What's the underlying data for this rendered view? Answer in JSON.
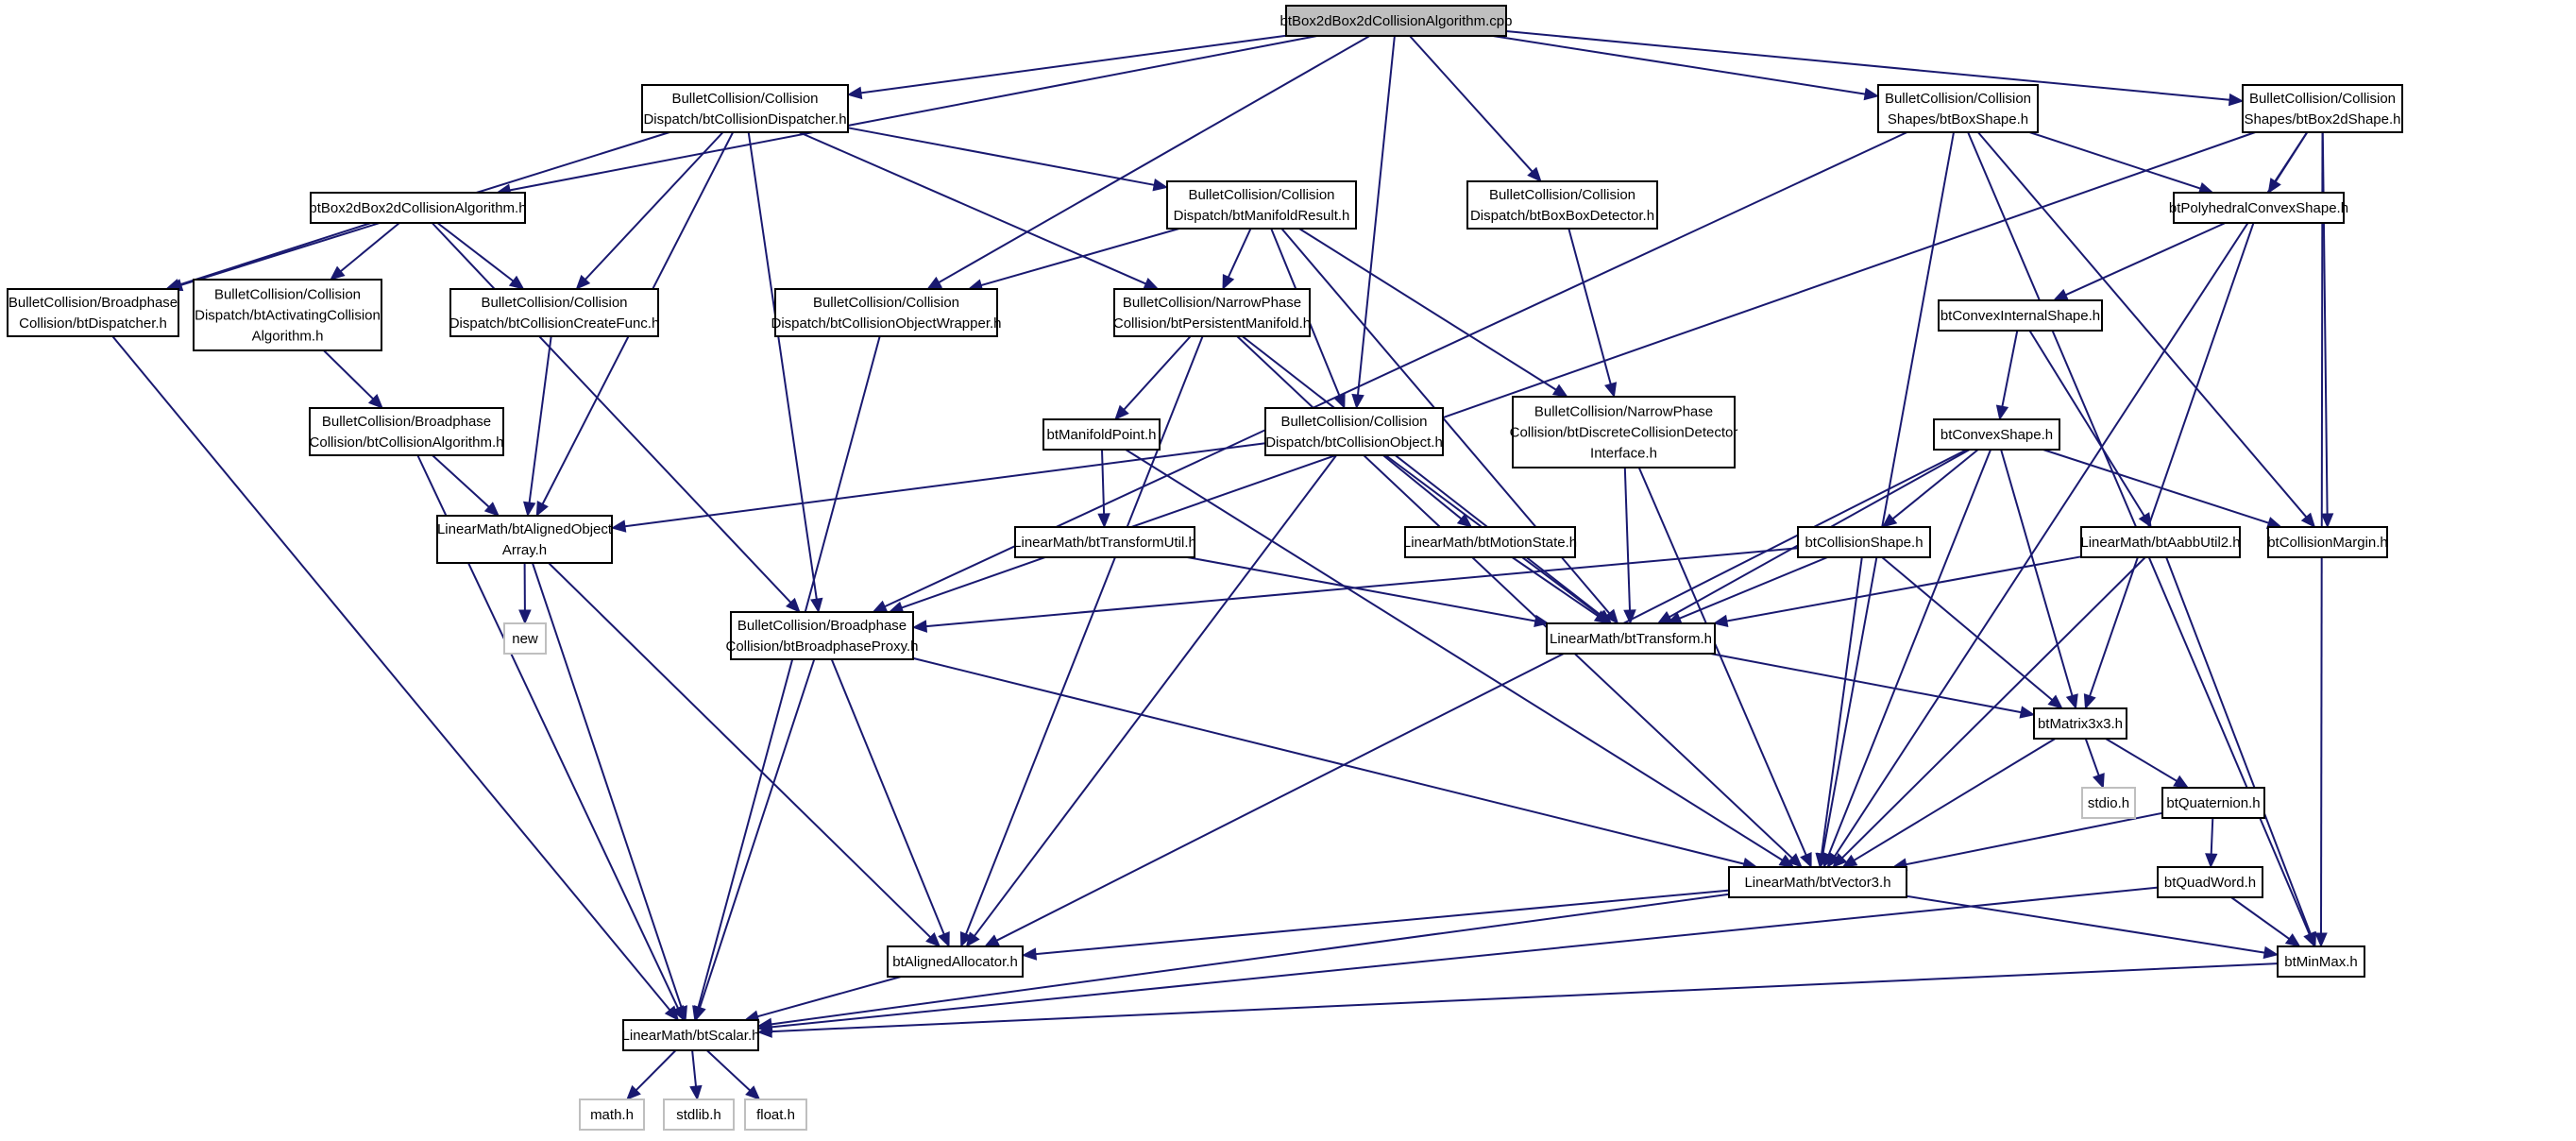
{
  "graph": {
    "nodes": [
      {
        "id": "root",
        "lines": [
          "btBox2dBox2dCollisionAlgorithm.cpp"
        ],
        "kind": "root"
      },
      {
        "id": "dispatcher_cd",
        "lines": [
          "BulletCollision/Collision",
          "Dispatch/btCollisionDispatcher.h"
        ]
      },
      {
        "id": "box2dalg",
        "lines": [
          "btBox2dBox2dCollisionAlgorithm.h"
        ]
      },
      {
        "id": "bp_dispatcher",
        "lines": [
          "BulletCollision/Broadphase",
          "Collision/btDispatcher.h"
        ]
      },
      {
        "id": "activating",
        "lines": [
          "BulletCollision/Collision",
          "Dispatch/btActivatingCollision",
          "Algorithm.h"
        ]
      },
      {
        "id": "createfunc",
        "lines": [
          "BulletCollision/Collision",
          "Dispatch/btCollisionCreateFunc.h"
        ]
      },
      {
        "id": "objwrapper",
        "lines": [
          "BulletCollision/Collision",
          "Dispatch/btCollisionObjectWrapper.h"
        ]
      },
      {
        "id": "manifoldresult",
        "lines": [
          "BulletCollision/Collision",
          "Dispatch/btManifoldResult.h"
        ]
      },
      {
        "id": "persistent",
        "lines": [
          "BulletCollision/NarrowPhase",
          "Collision/btPersistentManifold.h"
        ]
      },
      {
        "id": "boxboxdetector",
        "lines": [
          "BulletCollision/Collision",
          "Dispatch/btBoxBoxDetector.h"
        ]
      },
      {
        "id": "boxshape",
        "lines": [
          "BulletCollision/Collision",
          "Shapes/btBoxShape.h"
        ]
      },
      {
        "id": "box2dshape",
        "lines": [
          "BulletCollision/Collision",
          "Shapes/btBox2dShape.h"
        ]
      },
      {
        "id": "polyhedral",
        "lines": [
          "btPolyhedralConvexShape.h"
        ]
      },
      {
        "id": "convexinternal",
        "lines": [
          "btConvexInternalShape.h"
        ]
      },
      {
        "id": "convexshape",
        "lines": [
          "btConvexShape.h"
        ]
      },
      {
        "id": "collalgorithm",
        "lines": [
          "BulletCollision/Broadphase",
          "Collision/btCollisionAlgorithm.h"
        ]
      },
      {
        "id": "manifoldpoint",
        "lines": [
          "btManifoldPoint.h"
        ]
      },
      {
        "id": "collobject",
        "lines": [
          "BulletCollision/Collision",
          "Dispatch/btCollisionObject.h"
        ]
      },
      {
        "id": "discrete",
        "lines": [
          "BulletCollision/NarrowPhase",
          "Collision/btDiscreteCollisionDetector",
          "Interface.h"
        ]
      },
      {
        "id": "alignedarray",
        "lines": [
          "LinearMath/btAlignedObject",
          "Array.h"
        ]
      },
      {
        "id": "transformutil",
        "lines": [
          "LinearMath/btTransformUtil.h"
        ]
      },
      {
        "id": "motionstate",
        "lines": [
          "LinearMath/btMotionState.h"
        ]
      },
      {
        "id": "collisionshape",
        "lines": [
          "btCollisionShape.h"
        ]
      },
      {
        "id": "aabbutil",
        "lines": [
          "LinearMath/btAabbUtil2.h"
        ]
      },
      {
        "id": "collmargin",
        "lines": [
          "btCollisionMargin.h"
        ]
      },
      {
        "id": "new",
        "lines": [
          "new"
        ],
        "kind": "sys"
      },
      {
        "id": "bpproxy",
        "lines": [
          "BulletCollision/Broadphase",
          "Collision/btBroadphaseProxy.h"
        ]
      },
      {
        "id": "transform",
        "lines": [
          "LinearMath/btTransform.h"
        ]
      },
      {
        "id": "matrix3x3",
        "lines": [
          "btMatrix3x3.h"
        ]
      },
      {
        "id": "stdio",
        "lines": [
          "stdio.h"
        ],
        "kind": "sys"
      },
      {
        "id": "quaternion",
        "lines": [
          "btQuaternion.h"
        ]
      },
      {
        "id": "vector3",
        "lines": [
          "LinearMath/btVector3.h"
        ]
      },
      {
        "id": "quadword",
        "lines": [
          "btQuadWord.h"
        ]
      },
      {
        "id": "alignedalloc",
        "lines": [
          "btAlignedAllocator.h"
        ]
      },
      {
        "id": "minmax",
        "lines": [
          "btMinMax.h"
        ]
      },
      {
        "id": "scalar",
        "lines": [
          "LinearMath/btScalar.h"
        ]
      },
      {
        "id": "math",
        "lines": [
          "math.h"
        ],
        "kind": "sys"
      },
      {
        "id": "stdlib",
        "lines": [
          "stdlib.h"
        ],
        "kind": "sys"
      },
      {
        "id": "float",
        "lines": [
          "float.h"
        ],
        "kind": "sys"
      }
    ],
    "edges": [
      [
        "root",
        "dispatcher_cd"
      ],
      [
        "root",
        "box2dalg"
      ],
      [
        "root",
        "objwrapper"
      ],
      [
        "root",
        "collobject"
      ],
      [
        "root",
        "boxboxdetector"
      ],
      [
        "root",
        "boxshape"
      ],
      [
        "root",
        "box2dshape"
      ],
      [
        "dispatcher_cd",
        "bp_dispatcher"
      ],
      [
        "dispatcher_cd",
        "createfunc"
      ],
      [
        "dispatcher_cd",
        "alignedarray"
      ],
      [
        "dispatcher_cd",
        "bpproxy"
      ],
      [
        "dispatcher_cd",
        "manifoldresult"
      ],
      [
        "dispatcher_cd",
        "persistent"
      ],
      [
        "box2dalg",
        "bp_dispatcher"
      ],
      [
        "box2dalg",
        "activating"
      ],
      [
        "box2dalg",
        "createfunc"
      ],
      [
        "box2dalg",
        "bpproxy"
      ],
      [
        "bp_dispatcher",
        "scalar"
      ],
      [
        "activating",
        "collalgorithm"
      ],
      [
        "collalgorithm",
        "alignedarray"
      ],
      [
        "collalgorithm",
        "scalar"
      ],
      [
        "createfunc",
        "alignedarray"
      ],
      [
        "objwrapper",
        "scalar"
      ],
      [
        "manifoldresult",
        "objwrapper"
      ],
      [
        "manifoldresult",
        "persistent"
      ],
      [
        "manifoldresult",
        "collobject"
      ],
      [
        "manifoldresult",
        "discrete"
      ],
      [
        "manifoldresult",
        "transform"
      ],
      [
        "persistent",
        "manifoldpoint"
      ],
      [
        "persistent",
        "alignedalloc"
      ],
      [
        "persistent",
        "vector3"
      ],
      [
        "persistent",
        "transform"
      ],
      [
        "manifoldpoint",
        "transformutil"
      ],
      [
        "manifoldpoint",
        "vector3"
      ],
      [
        "transformutil",
        "transform"
      ],
      [
        "collobject",
        "alignedarray"
      ],
      [
        "collobject",
        "motionstate"
      ],
      [
        "collobject",
        "transform"
      ],
      [
        "collobject",
        "alignedalloc"
      ],
      [
        "motionstate",
        "transform"
      ],
      [
        "boxboxdetector",
        "discrete"
      ],
      [
        "discrete",
        "transform"
      ],
      [
        "discrete",
        "vector3"
      ],
      [
        "boxshape",
        "bpproxy"
      ],
      [
        "boxshape",
        "polyhedral"
      ],
      [
        "boxshape",
        "collmargin"
      ],
      [
        "boxshape",
        "vector3"
      ],
      [
        "boxshape",
        "minmax"
      ],
      [
        "box2dshape",
        "bpproxy"
      ],
      [
        "box2dshape",
        "polyhedral"
      ],
      [
        "box2dshape",
        "collmargin"
      ],
      [
        "box2dshape",
        "vector3"
      ],
      [
        "box2dshape",
        "minmax"
      ],
      [
        "polyhedral",
        "convexinternal"
      ],
      [
        "polyhedral",
        "matrix3x3"
      ],
      [
        "convexinternal",
        "convexshape"
      ],
      [
        "convexinternal",
        "aabbutil"
      ],
      [
        "convexshape",
        "collisionshape"
      ],
      [
        "convexshape",
        "transform"
      ],
      [
        "convexshape",
        "vector3"
      ],
      [
        "convexshape",
        "matrix3x3"
      ],
      [
        "convexshape",
        "collmargin"
      ],
      [
        "convexshape",
        "alignedalloc"
      ],
      [
        "collisionshape",
        "transform"
      ],
      [
        "collisionshape",
        "vector3"
      ],
      [
        "collisionshape",
        "matrix3x3"
      ],
      [
        "collisionshape",
        "bpproxy"
      ],
      [
        "aabbutil",
        "vector3"
      ],
      [
        "aabbutil",
        "minmax"
      ],
      [
        "aabbutil",
        "transform"
      ],
      [
        "alignedarray",
        "new"
      ],
      [
        "alignedarray",
        "alignedalloc"
      ],
      [
        "alignedarray",
        "scalar"
      ],
      [
        "bpproxy",
        "vector3"
      ],
      [
        "bpproxy",
        "alignedalloc"
      ],
      [
        "bpproxy",
        "scalar"
      ],
      [
        "transform",
        "matrix3x3"
      ],
      [
        "matrix3x3",
        "vector3"
      ],
      [
        "matrix3x3",
        "quaternion"
      ],
      [
        "matrix3x3",
        "stdio"
      ],
      [
        "quaternion",
        "quadword"
      ],
      [
        "quaternion",
        "vector3"
      ],
      [
        "quadword",
        "scalar"
      ],
      [
        "quadword",
        "minmax"
      ],
      [
        "vector3",
        "scalar"
      ],
      [
        "vector3",
        "minmax"
      ],
      [
        "vector3",
        "alignedalloc"
      ],
      [
        "alignedalloc",
        "scalar"
      ],
      [
        "minmax",
        "scalar"
      ],
      [
        "scalar",
        "math"
      ],
      [
        "scalar",
        "stdlib"
      ],
      [
        "scalar",
        "float"
      ]
    ]
  }
}
